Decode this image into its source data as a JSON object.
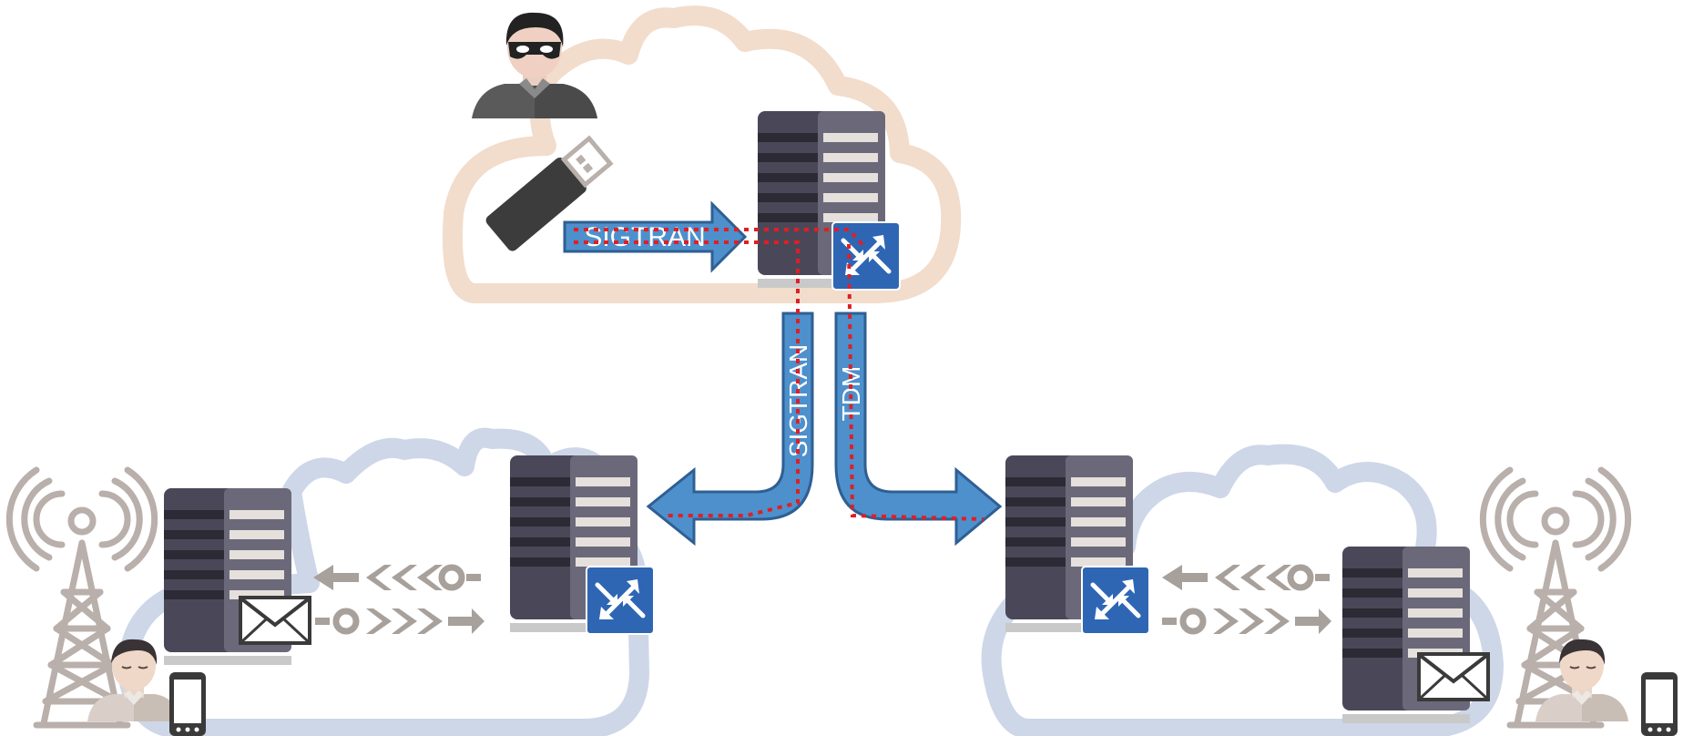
{
  "labels": {
    "sigtran_horizontal": "SIGTRAN",
    "sigtran_vertical": "SIGTRAN",
    "tdm_vertical": "TDM"
  },
  "colors": {
    "attacker_cloud": "#f2dccb",
    "operator_cloud": "#cdd7e8",
    "arrow_fill": "#4d90cc",
    "arrow_stroke": "#2f5f93",
    "dotted_path": "#e01e25",
    "server_dark": "#4a4858",
    "server_light": "#6a6878",
    "switch_blue": "#2e66b4",
    "antenna_gray": "#b9afab"
  },
  "icons": [
    "hacker-icon",
    "usb-drive-icon",
    "server-icon",
    "network-switch-icon",
    "cell-tower-icon",
    "user-icon",
    "mobile-phone-icon",
    "envelope-icon",
    "signal-flow-icon"
  ]
}
